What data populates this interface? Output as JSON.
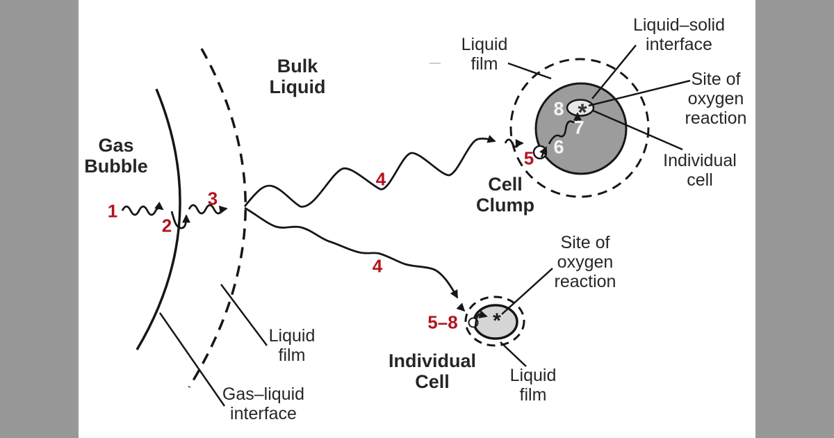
{
  "figure": {
    "description": "Steps of oxygen transfer from a gas bubble to the site of oxygen reaction in cells",
    "colors": {
      "side_bar": "#989898",
      "canvas": "#ffffff",
      "line": "#1a1a1a",
      "step_number_red": "#b5121f",
      "step_number_white": "#f4f4f4",
      "clump_fill": "#9c9c9c",
      "cell_fill": "#d5d5d5",
      "site_fill": "#e7e7e7",
      "text": "#262626"
    }
  },
  "labels": {
    "gas_bubble": "Gas\nBubble",
    "bulk_liquid": "Bulk\nLiquid",
    "cell_clump": "Cell\nClump",
    "individual_cell": "Individual\nCell",
    "liquid_film_top": "Liquid\nfilm",
    "liquid_solid_interface": "Liquid–solid\ninterface",
    "site_oxygen_top": "Site of\noxygen\nreaction",
    "individual_cell_annot": "Individual\ncell",
    "site_oxygen_bottom": "Site of\noxygen\nreaction",
    "liquid_film_bottom": "Liquid\nfilm",
    "liquid_film_left": "Liquid\nfilm",
    "gas_liquid_interface": "Gas–liquid\ninterface"
  },
  "steps": {
    "s1": "1",
    "s2": "2",
    "s3": "3",
    "s4_upper": "4",
    "s4_lower": "4",
    "s5": "5",
    "s5_8": "5–8",
    "s6": "6",
    "s7": "7",
    "s8": "8"
  },
  "symbols": {
    "site_marker": "*"
  }
}
